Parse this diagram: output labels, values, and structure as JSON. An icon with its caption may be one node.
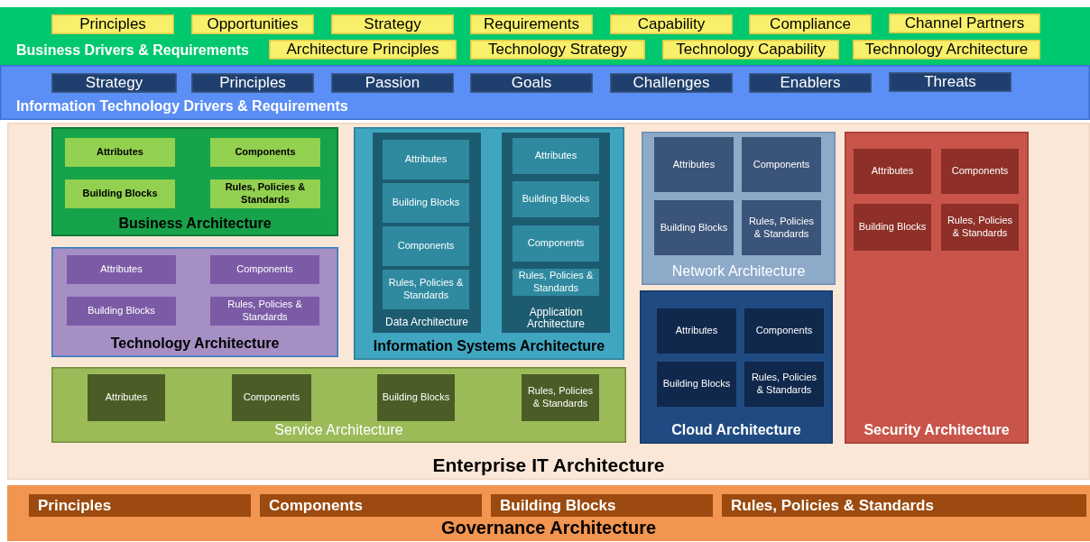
{
  "diagram": {
    "nodes": [
      {
        "text": [
          "Business Drivers & Requirements"
        ]
      },
      {
        "text": [
          "Principles"
        ],
        "in": 0
      },
      {
        "text": [
          "Opportunities"
        ],
        "in": 0
      },
      {
        "text": [
          "Strategy"
        ],
        "in": 0
      },
      {
        "text": [
          "Requirements"
        ],
        "in": 0
      },
      {
        "text": [
          "Capability"
        ],
        "in": 0
      },
      {
        "text": [
          "Compliance"
        ],
        "in": 0
      },
      {
        "text": [
          "Channel Partners"
        ],
        "in": 0
      },
      {
        "text": [
          "Architecture Principles"
        ],
        "in": 0
      },
      {
        "text": [
          "Technology Strategy"
        ],
        "in": 0
      },
      {
        "text": [
          "Technology Capability"
        ],
        "in": 0
      },
      {
        "text": [
          "Technology Architecture"
        ],
        "in": 0
      },
      {
        "text": [
          "Information Technology Drivers & Requirements"
        ]
      },
      {
        "text": [
          "Strategy"
        ],
        "in": 12
      },
      {
        "text": [
          "Principles"
        ],
        "in": 12
      },
      {
        "text": [
          "Passion"
        ],
        "in": 12
      },
      {
        "text": [
          "Goals"
        ],
        "in": 12
      },
      {
        "text": [
          "Challenges"
        ],
        "in": 12
      },
      {
        "text": [
          "Enablers"
        ],
        "in": 12
      },
      {
        "text": [
          "Threats"
        ],
        "in": 12
      },
      {
        "text": [
          "Enterprise IT Architecture"
        ]
      },
      {
        "text": [
          "Business Architecture"
        ],
        "in": 20
      },
      {
        "text": [
          "Attributes"
        ],
        "in": 21
      },
      {
        "text": [
          "Components"
        ],
        "in": 21
      },
      {
        "text": [
          "Building Blocks"
        ],
        "in": 21
      },
      {
        "text": [
          "Rules, Policies & Standards"
        ],
        "in": 21
      },
      {
        "text": [
          "Technology Architecture"
        ],
        "in": 20
      },
      {
        "text": [
          "Attributes"
        ],
        "in": 26
      },
      {
        "text": [
          "Components"
        ],
        "in": 26
      },
      {
        "text": [
          "Building Blocks"
        ],
        "in": 26
      },
      {
        "text": [
          "Rules, Policies & Standards"
        ],
        "in": 26
      },
      {
        "text": [
          "Information Systems Architecture"
        ],
        "in": 20
      },
      {
        "text": [
          "Data Architecture"
        ],
        "in": 31
      },
      {
        "text": [
          "Attributes"
        ],
        "in": 32
      },
      {
        "text": [
          "Building Blocks"
        ],
        "in": 32
      },
      {
        "text": [
          "Components"
        ],
        "in": 32
      },
      {
        "text": [
          "Rules, Policies & Standards"
        ],
        "in": 32
      },
      {
        "text": [
          "Application Architecture"
        ],
        "in": 31
      },
      {
        "text": [
          "Attributes"
        ],
        "in": 37
      },
      {
        "text": [
          "Building Blocks"
        ],
        "in": 37
      },
      {
        "text": [
          "Components"
        ],
        "in": 37
      },
      {
        "text": [
          "Rules, Policies & Standards"
        ],
        "in": 37
      },
      {
        "text": [
          "Service Architecture"
        ],
        "in": 20
      },
      {
        "text": [
          "Attributes"
        ],
        "in": 42
      },
      {
        "text": [
          "Components"
        ],
        "in": 42
      },
      {
        "text": [
          "Building Blocks"
        ],
        "in": 42
      },
      {
        "text": [
          "Rules, Policies & Standards"
        ],
        "in": 42
      },
      {
        "text": [
          "Network Architecture"
        ],
        "in": 20
      },
      {
        "text": [
          "Attributes"
        ],
        "in": 47
      },
      {
        "text": [
          "Components"
        ],
        "in": 47
      },
      {
        "text": [
          "Building Blocks"
        ],
        "in": 47
      },
      {
        "text": [
          "Rules, Policies & Standards"
        ],
        "in": 47
      },
      {
        "text": [
          "Cloud Architecture"
        ],
        "in": 20
      },
      {
        "text": [
          "Attributes"
        ],
        "in": 52
      },
      {
        "text": [
          "Components"
        ],
        "in": 52
      },
      {
        "text": [
          "Building Blocks"
        ],
        "in": 52
      },
      {
        "text": [
          "Rules, Policies & Standards"
        ],
        "in": 52
      },
      {
        "text": [
          "Security Architecture"
        ],
        "in": 20
      },
      {
        "text": [
          "Attributes"
        ],
        "in": 57
      },
      {
        "text": [
          "Components"
        ],
        "in": 57
      },
      {
        "text": [
          "Building Blocks"
        ],
        "in": 57
      },
      {
        "text": [
          "Rules, Policies & Standards"
        ],
        "in": 57
      },
      {
        "text": [
          "Governance Architecture"
        ]
      },
      {
        "text": [
          "Principles"
        ],
        "in": 62
      },
      {
        "text": [
          "Components"
        ],
        "in": 62
      },
      {
        "text": [
          "Building Blocks"
        ],
        "in": 62
      },
      {
        "text": [
          "Rules, Policies & Standards"
        ],
        "in": 62
      }
    ]
  }
}
